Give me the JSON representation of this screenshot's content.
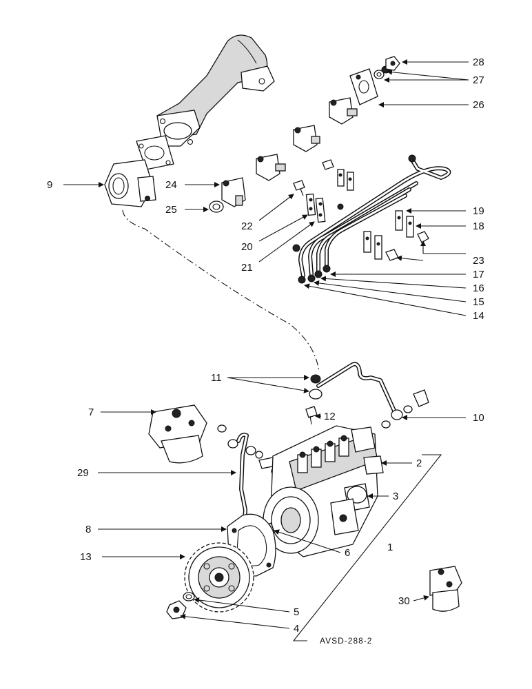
{
  "diagram": {
    "drawing_code": "AVSD-288-2",
    "callouts": [
      "1",
      "2",
      "3",
      "4",
      "5",
      "6",
      "7",
      "8",
      "9",
      "10",
      "11",
      "12",
      "13",
      "14",
      "15",
      "16",
      "17",
      "18",
      "19",
      "20",
      "21",
      "22",
      "23",
      "24",
      "25",
      "26",
      "27",
      "28",
      "29",
      "30"
    ]
  }
}
